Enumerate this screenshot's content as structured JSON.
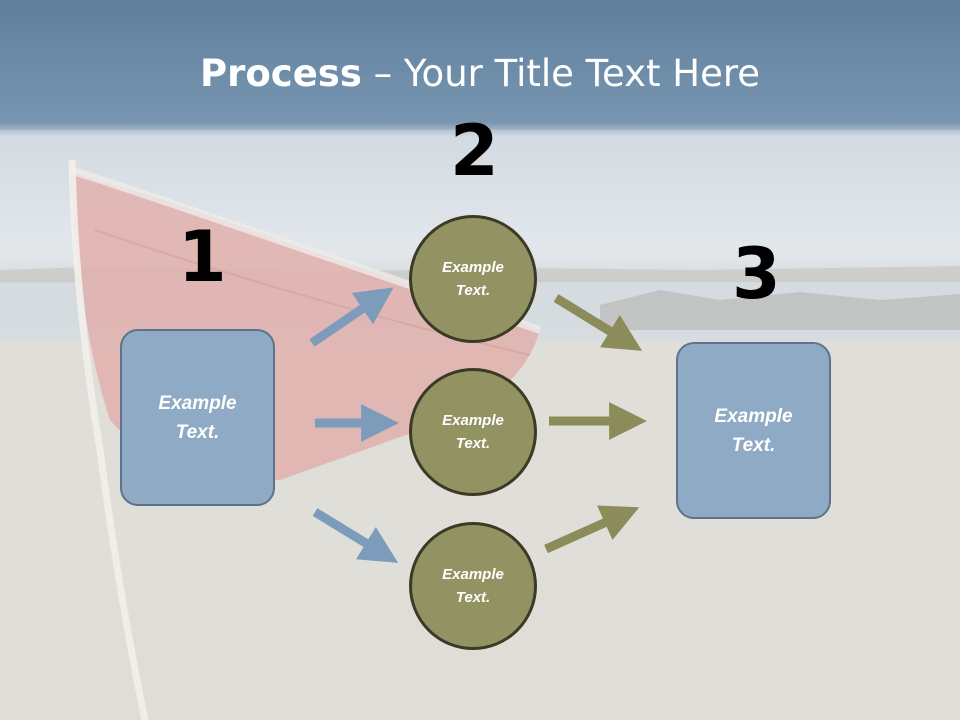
{
  "title": {
    "bold": "Process",
    "rest": " – Your Title Text Here"
  },
  "steps": {
    "one": "1",
    "two": "2",
    "three": "3"
  },
  "boxes": {
    "left": "Example Text.",
    "right": "Example Text."
  },
  "circles": {
    "top": "Example Text.",
    "middle": "Example Text.",
    "bottom": "Example Text."
  },
  "colors": {
    "box_fill": "#8eaac4",
    "circle_fill": "#939263",
    "blue_arrow": "#7d9cbb",
    "olive_arrow": "#8c8c5a",
    "title_band": "#6f8fab"
  }
}
